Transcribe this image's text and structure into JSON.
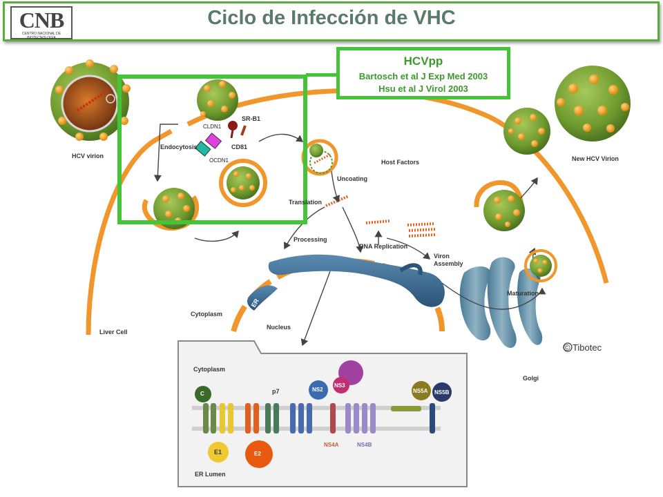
{
  "header": {
    "title": "Ciclo de Infección de VHC",
    "logo_text": "CNB",
    "logo_subtext": "CENTRO NACIONAL DE BIOTECNOLOGÍA"
  },
  "hcvpp_box": {
    "title": "HCVpp",
    "ref1": "Bartosch et al J Exp Med 2003",
    "ref2": "Hsu et al J Virol 2003"
  },
  "receptors": {
    "cldn1": "CLDN1",
    "ocdn1": "OCDN1",
    "srb1": "SR-B1",
    "cd81": "CD81"
  },
  "cycle": {
    "hcv_virion": "HCV virion",
    "endocytosis": "Endocytosis",
    "uncoating": "Uncoating",
    "host_factors": "Host Factors",
    "translation": "Translation",
    "processing": "Processing",
    "rna_replication": "RNA Replication",
    "virion_assembly_1": "Viron",
    "virion_assembly_2": "Assembly",
    "new_virion": "New HCV Virion",
    "maturation": "Maturation",
    "er": "ER",
    "cytoplasm": "Cytoplasm",
    "nucleus": "Nucleus",
    "liver_cell": "Liver Cell",
    "golgi": "Golgi",
    "copyright": "© Tibotec"
  },
  "polyprotein": {
    "cytoplasm": "Cytoplasm",
    "er_lumen": "ER Lumen",
    "p7": "p7",
    "c": "C",
    "e1": "E1",
    "e2": "E2",
    "ns2": "NS2",
    "ns3": "NS3",
    "ns4a": "NS4A",
    "ns4b": "NS4B",
    "ns5a": "NS5A",
    "ns5b": "NS5B"
  },
  "colors": {
    "frame_green": "#45c43a",
    "membrane_orange": "#f0962a",
    "virion_green": "#7aa33a",
    "er_blue": "#3a6e96"
  }
}
